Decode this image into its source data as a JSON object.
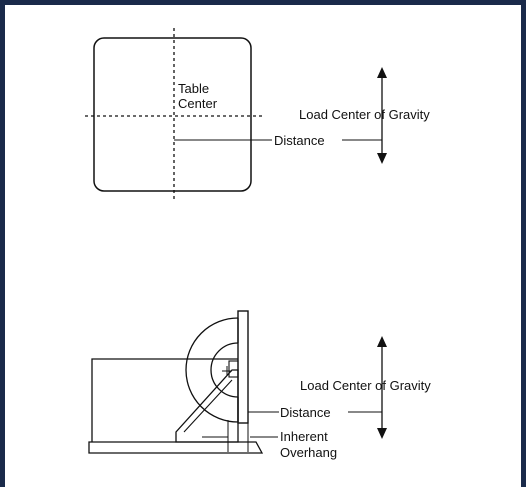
{
  "top_diagram": {
    "table_center_line1": "Table",
    "table_center_line2": "Center",
    "load_cg_label": "Load Center of Gravity",
    "distance_label": "Distance"
  },
  "bottom_diagram": {
    "load_cg_label": "Load Center of Gravity",
    "distance_label": "Distance",
    "overhang_line1": "Inherent",
    "overhang_line2": "Overhang"
  },
  "colors": {
    "frame": "#1a2a4a",
    "ink": "#111111"
  }
}
